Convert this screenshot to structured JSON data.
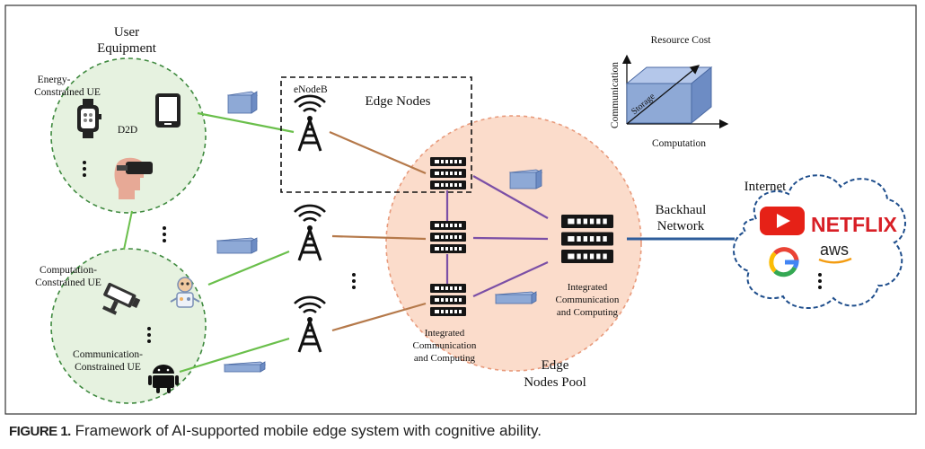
{
  "diagram": {
    "user_equipment_title_line1": "User",
    "user_equipment_title_line2": "Equipment",
    "energy_ue_line1": "Energy-",
    "energy_ue_line2": "Constrained UE",
    "d2d": "D2D",
    "computation_ue_line1": "Computation-",
    "computation_ue_line2": "Constrained UE",
    "communication_ue_line1": "Communication-",
    "communication_ue_line2": "Constrained UE",
    "enodeb": "eNodeB",
    "edge_nodes": "Edge Nodes",
    "icc_left_line1": "Integrated",
    "icc_left_line2": "Communication",
    "icc_left_line3": "and Computing",
    "icc_right_line1": "Integrated",
    "icc_right_line2": "Communication",
    "icc_right_line3": "and Computing",
    "edge_pool_line1": "Edge",
    "edge_pool_line2": "Nodes Pool",
    "backhaul_line1": "Backhaul",
    "backhaul_line2": "Network",
    "internet": "Internet",
    "netflix": "NETFLIX",
    "aws": "aws",
    "resource_cost": "Resource Cost",
    "communication_axis": "Communication",
    "computation_axis": "Computation",
    "storage_axis": "Storage"
  },
  "icons": [
    "smartwatch-icon",
    "tablet-icon",
    "vr-headset-user-icon",
    "security-camera-icon",
    "robot-icon",
    "android-icon",
    "antenna-tower-icon",
    "server-rack-icon",
    "youtube-icon",
    "google-icon",
    "cloud-icon"
  ],
  "colors": {
    "ue_fill": "#e6f2e0",
    "ue_border": "#3f8a3f",
    "pool_fill": "#fbdccb",
    "link_green": "#6abf4b",
    "link_brown": "#b5794a",
    "link_purple": "#7b4fa6",
    "backhaul_blue": "#2e5d9b",
    "block_blue": "#8ea9d6",
    "youtube_red": "#e62117",
    "netflix_red": "#d81f26"
  },
  "caption": {
    "figure_label": "FIGURE 1.",
    "text": "Framework of AI-supported mobile edge system with cognitive ability."
  }
}
